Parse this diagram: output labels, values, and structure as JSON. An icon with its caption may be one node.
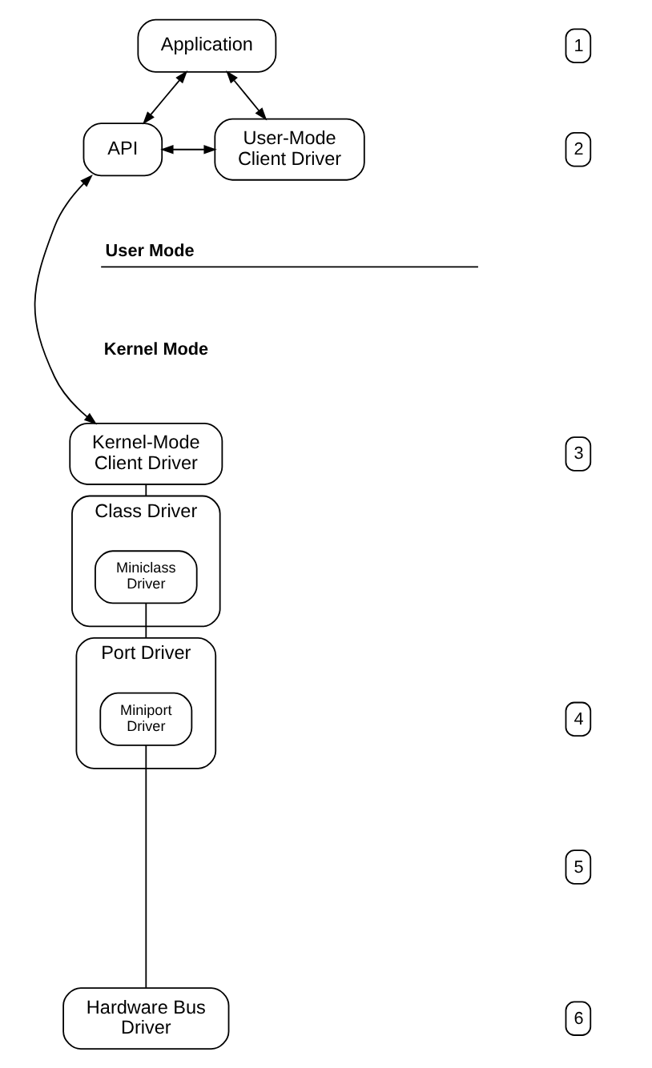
{
  "diagram": {
    "nodes": [
      {
        "text": [
          "Application"
        ]
      },
      {
        "text": [
          "API"
        ]
      },
      {
        "text": [
          "User-Mode Client Driver"
        ]
      },
      {
        "text": [
          "Kernel-Mode Client Driver"
        ]
      },
      {
        "text": [
          "Class Driver"
        ]
      },
      {
        "text": [
          "Miniclass Driver"
        ],
        "in": 4
      },
      {
        "text": [
          "Port Driver"
        ]
      },
      {
        "text": [
          "Miniport Driver"
        ],
        "in": 6
      },
      {
        "text": [
          "Hardware Bus Driver"
        ]
      }
    ],
    "edges": [
      {
        "from": 0,
        "to": 1,
        "arrow": "both"
      },
      {
        "from": 0,
        "to": 2,
        "arrow": "both"
      },
      {
        "from": 1,
        "to": 2,
        "arrow": "both"
      },
      {
        "from": 1,
        "to": 3,
        "arrow": "both"
      },
      {
        "from": 3,
        "to": 4,
        "arrow": "none"
      },
      {
        "from": 5,
        "to": 6,
        "arrow": "none"
      },
      {
        "from": 7,
        "to": 8,
        "arrow": "none"
      }
    ],
    "labels": [
      "User Mode",
      "Kernel Mode",
      "1",
      "2",
      "3",
      "4",
      "5",
      "6"
    ]
  }
}
